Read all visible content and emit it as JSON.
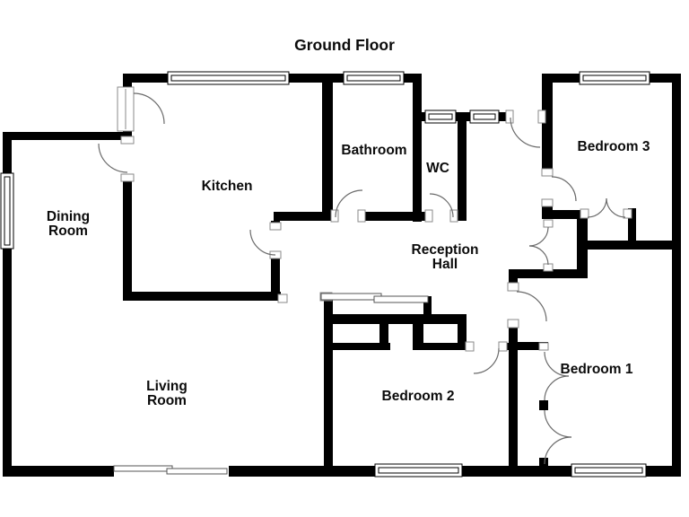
{
  "title": "Ground Floor",
  "colors": {
    "wall": "#000000",
    "background": "#ffffff",
    "door_arc": "#6b6b6b"
  },
  "rooms": {
    "dining": {
      "line1": "Dining",
      "line2": "Room"
    },
    "kitchen": {
      "label": "Kitchen"
    },
    "bathroom": {
      "label": "Bathroom"
    },
    "wc": {
      "label": "WC"
    },
    "reception": {
      "line1": "Reception",
      "line2": "Hall"
    },
    "bedroom3": {
      "label": "Bedroom 3"
    },
    "living": {
      "line1": "Living",
      "line2": "Room"
    },
    "bedroom2": {
      "label": "Bedroom 2"
    },
    "bedroom1": {
      "label": "Bedroom 1"
    }
  }
}
